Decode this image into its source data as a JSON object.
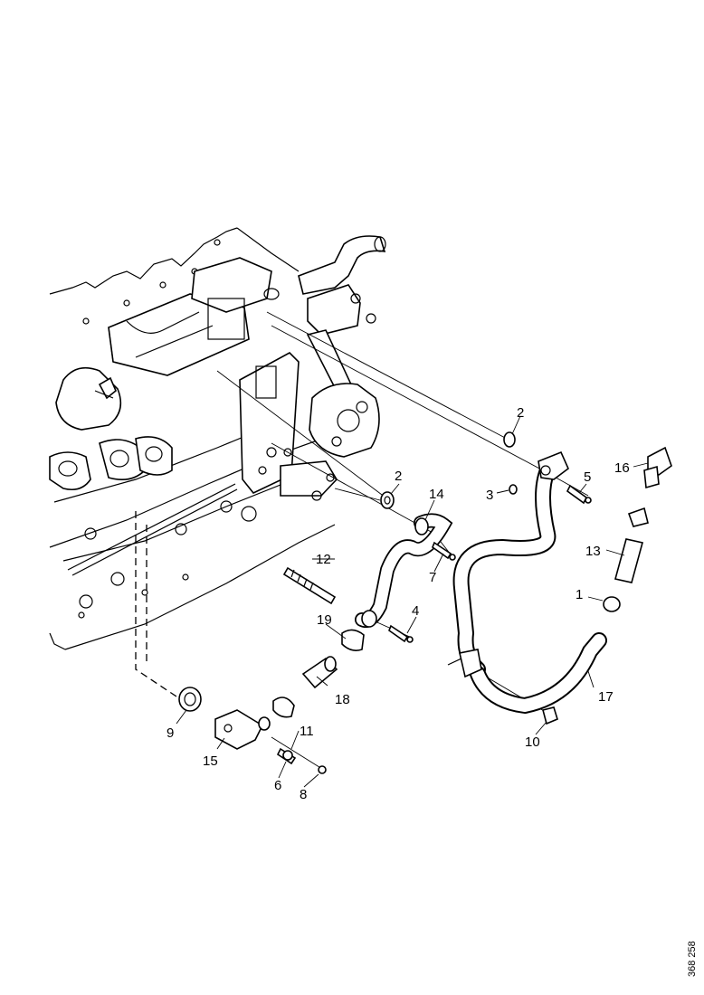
{
  "diagram": {
    "callouts": [
      {
        "id": "c1",
        "text": "1"
      },
      {
        "id": "c2a",
        "text": "2"
      },
      {
        "id": "c2b",
        "text": "2"
      },
      {
        "id": "c3",
        "text": "3"
      },
      {
        "id": "c4",
        "text": "4"
      },
      {
        "id": "c5",
        "text": "5"
      },
      {
        "id": "c6",
        "text": "6"
      },
      {
        "id": "c7",
        "text": "7"
      },
      {
        "id": "c8",
        "text": "8"
      },
      {
        "id": "c9",
        "text": "9"
      },
      {
        "id": "c10",
        "text": "10"
      },
      {
        "id": "c11",
        "text": "11"
      },
      {
        "id": "c12",
        "text": "12"
      },
      {
        "id": "c13",
        "text": "13"
      },
      {
        "id": "c14",
        "text": "14"
      },
      {
        "id": "c15",
        "text": "15"
      },
      {
        "id": "c16",
        "text": "16"
      },
      {
        "id": "c17",
        "text": "17"
      },
      {
        "id": "c18",
        "text": "18"
      },
      {
        "id": "c19",
        "text": "19"
      }
    ],
    "reference_code": "368 258"
  }
}
